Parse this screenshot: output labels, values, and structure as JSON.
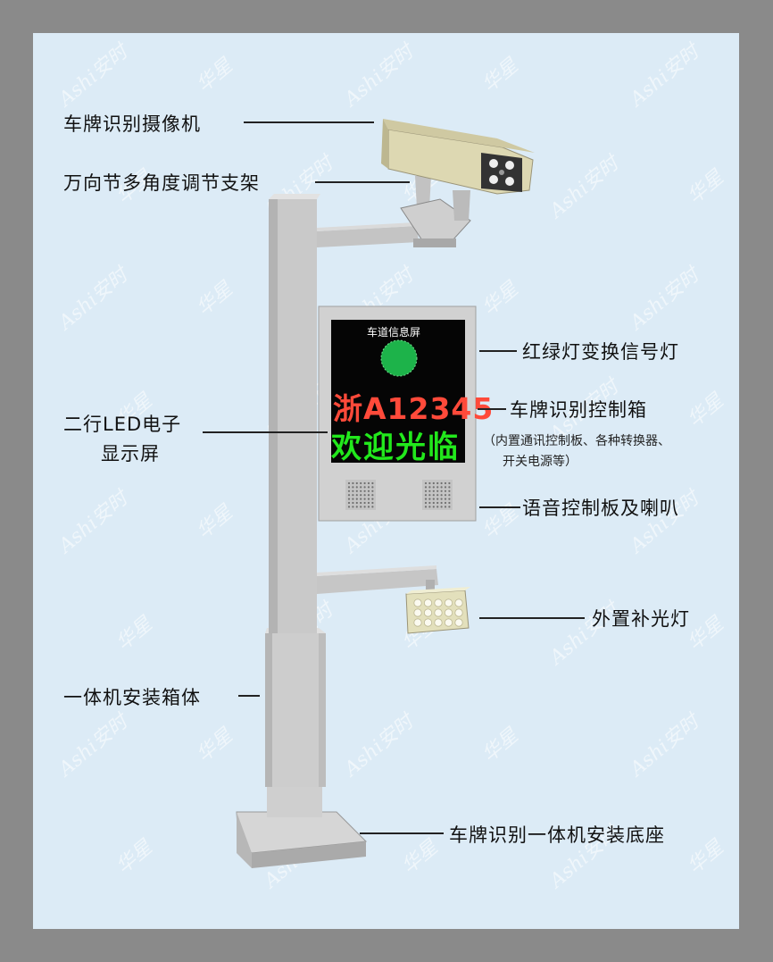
{
  "watermark": {
    "text": "Ashi安时",
    "text2": "华星"
  },
  "screen": {
    "title": "车道信息屏",
    "plate": "浙A12345",
    "welcome": "欢迎光临"
  },
  "labels": {
    "camera": "车牌识别摄像机",
    "bracket": "万向节多角度调节支架",
    "traffic_light": "红绿灯变换信号灯",
    "control_box": "车牌识别控制箱",
    "control_box_note_1": "（内置通讯控制板、各种转换器、",
    "control_box_note_2": "开关电源等）",
    "led_display_1": "二行LED电子",
    "led_display_2": "显示屏",
    "voice_board": "语音控制板及喇叭",
    "fill_light": "外置补光灯",
    "cabinet": "一体机安装箱体",
    "base": "车牌识别一体机安装底座"
  },
  "colors": {
    "background": "#dcebf6",
    "frame": "#8a8a8a",
    "pole": "#c9c9c9",
    "signal_green": "#1db34a",
    "plate_red": "#ff4a3a",
    "welcome_green": "#22e81c"
  }
}
